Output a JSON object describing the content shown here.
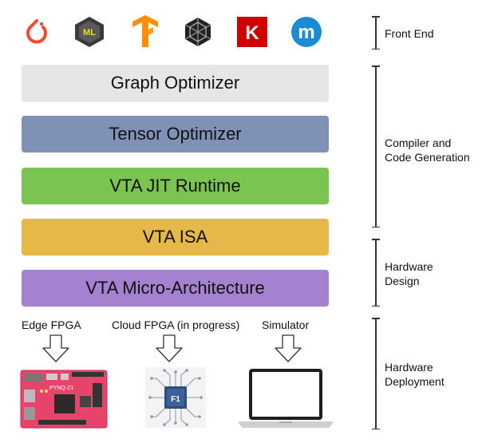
{
  "layers": [
    {
      "label": "Graph Optimizer",
      "color": "#e6e6e6"
    },
    {
      "label": "Tensor Optimizer",
      "color": "#7f91b4"
    },
    {
      "label": "VTA JIT Runtime",
      "color": "#7cc451"
    },
    {
      "label": "VTA ISA",
      "color": "#e6b84a"
    },
    {
      "label": "VTA Micro-Architecture",
      "color": "#a582d0"
    }
  ],
  "brackets": {
    "front_end": "Front End",
    "compiler_line1": "Compiler and",
    "compiler_line2": "Code Generation",
    "hw_design_line1": "Hardware",
    "hw_design_line2": "Design",
    "hw_deploy_line1": "Hardware",
    "hw_deploy_line2": "Deployment"
  },
  "targets": {
    "edge": "Edge FPGA",
    "cloud": "Cloud FPGA (in progress)",
    "simulator": "Simulator"
  },
  "board_text": "PYNQ-Z1",
  "chip_text": "F1",
  "logo_letters": {
    "coreml": "ML",
    "keras": "K",
    "mxnet": "m"
  },
  "icons": [
    "pytorch-icon",
    "coreml-icon",
    "tensorflow-icon",
    "onnx-icon",
    "keras-icon",
    "mxnet-icon"
  ]
}
